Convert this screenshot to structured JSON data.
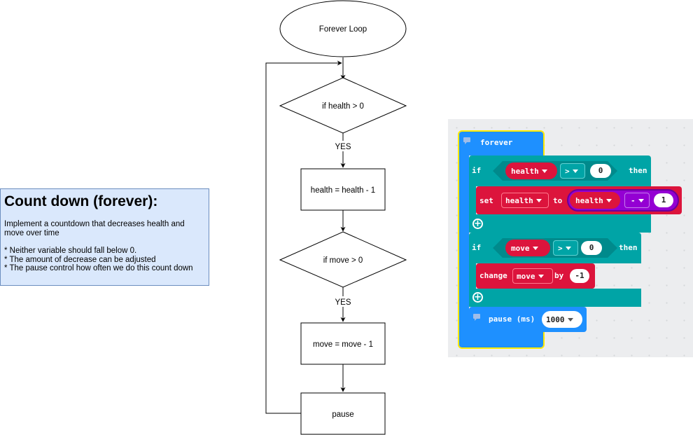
{
  "note": {
    "title": "Count down (forever):",
    "description": "Implement a countdown that decreases health and move over time",
    "bullets": [
      "* Neither variable should fall below 0.",
      "* The amount of decrease can be adjusted",
      "* The pause control how often we do this count down"
    ]
  },
  "flowchart": {
    "start": "Forever Loop",
    "decision1": "if health > 0",
    "yes1": "YES",
    "process1": "health = health - 1",
    "decision2": "if move > 0",
    "yes2": "YES",
    "process2": "move = move - 1",
    "pause": "pause"
  },
  "blocks": {
    "forever": "forever",
    "if1": {
      "kw_if": "if",
      "var": "health",
      "op": ">",
      "value": "0",
      "kw_then": "then",
      "set_kw": "set",
      "set_var": "health",
      "set_to": "to",
      "expr_var": "health",
      "expr_op": "-",
      "expr_value": "1"
    },
    "if2": {
      "kw_if": "if",
      "var": "move",
      "op": ">",
      "value": "0",
      "kw_then": "then",
      "change_kw": "change",
      "change_var": "move",
      "change_by": "by",
      "change_value": "-1"
    },
    "pause": {
      "label": "pause (ms)",
      "value": "1000"
    },
    "colors": {
      "forever": "#1e90ff",
      "logic": "#00a4a6",
      "variables": "#dc143c",
      "math": "#9400d3",
      "highlight": "#ffea00"
    }
  }
}
